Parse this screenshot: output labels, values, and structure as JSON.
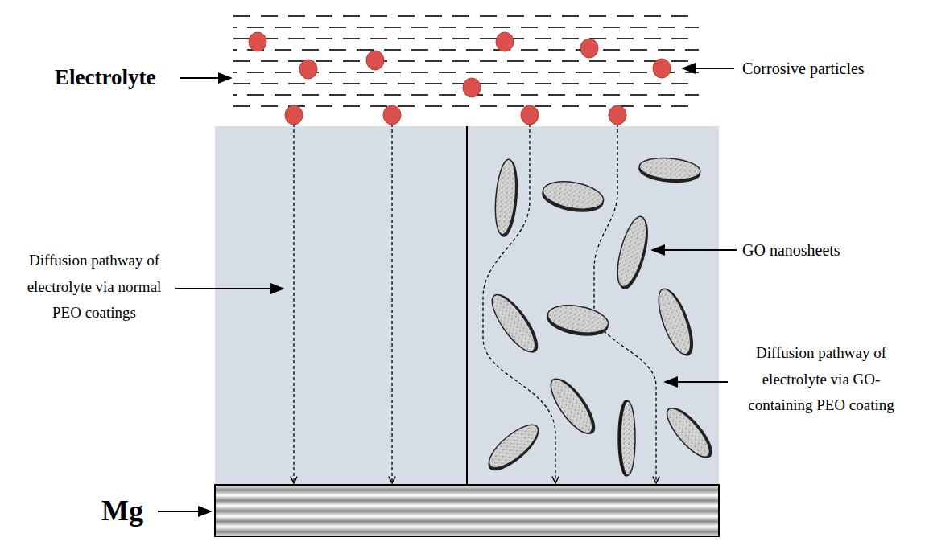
{
  "diagram": {
    "labels": [
      "Electrolyte",
      "Corrosive particles",
      "Diffusion pathway of electrolyte via normal PEO coatings",
      "GO nanosheets",
      "Diffusion pathway of electrolyte via GO-containing PEO coating",
      "Mg"
    ]
  }
}
